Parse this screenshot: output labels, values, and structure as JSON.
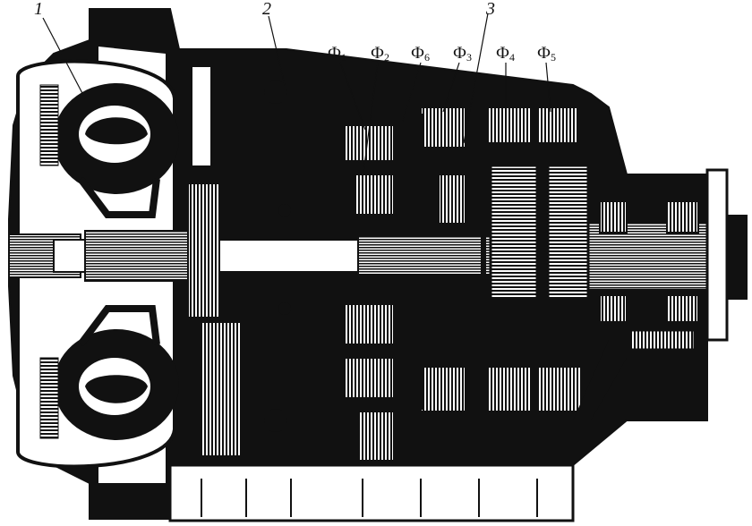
{
  "diagram": {
    "callouts": {
      "c1": "1",
      "c2": "2",
      "c3": "3"
    },
    "clutches": [
      {
        "letter": "Ф",
        "index": "1"
      },
      {
        "letter": "Ф",
        "index": "2"
      },
      {
        "letter": "Ф",
        "index": "6"
      },
      {
        "letter": "Ф",
        "index": "3"
      },
      {
        "letter": "Ф",
        "index": "4"
      },
      {
        "letter": "Ф",
        "index": "5"
      }
    ],
    "colors": {
      "ink": "#111111",
      "paper": "#ffffff"
    }
  }
}
